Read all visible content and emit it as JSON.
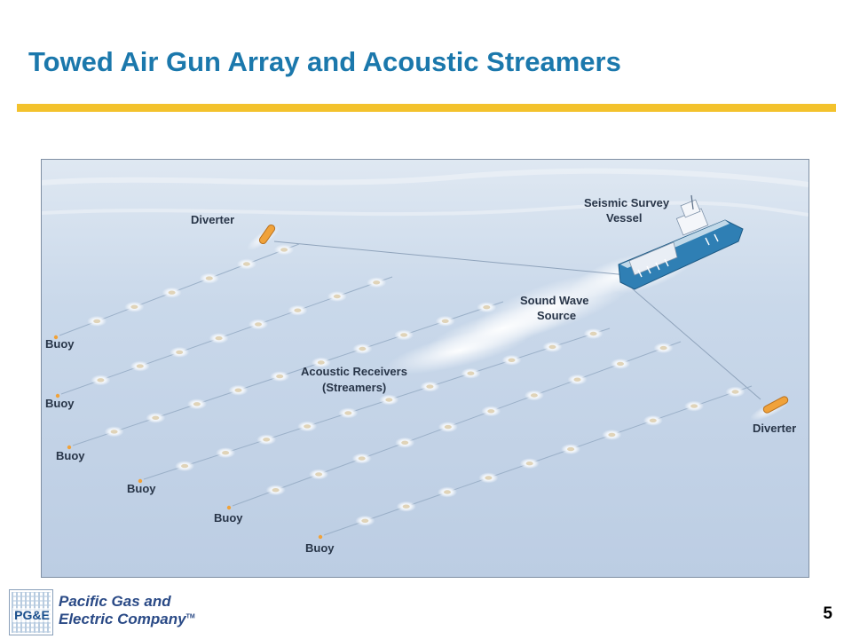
{
  "slide": {
    "title": "Towed Air Gun Array and Acoustic Streamers",
    "page_number": "5"
  },
  "diagram": {
    "labels": {
      "vessel_line1": "Seismic Survey",
      "vessel_line2": "Vessel",
      "diverter_left": "Diverter",
      "diverter_right": "Diverter",
      "source_line1": "Sound Wave",
      "source_line2": "Source",
      "receivers_line1": "Acoustic Receivers",
      "receivers_line2": "(Streamers)",
      "buoys": [
        "Buoy",
        "Buoy",
        "Buoy",
        "Buoy",
        "Buoy",
        "Buoy"
      ]
    },
    "colors": {
      "water": "#c3d3e6",
      "streamer": "#9bb0c8",
      "vessel_hull": "#2f7fb4",
      "diverter": "#f0a23a",
      "title": "#1b78ac",
      "rule": "#f3c22c"
    }
  },
  "logo": {
    "mark": "PG&E",
    "line1": "Pacific Gas and",
    "line2": "Electric Company",
    "trademark": "TM"
  }
}
